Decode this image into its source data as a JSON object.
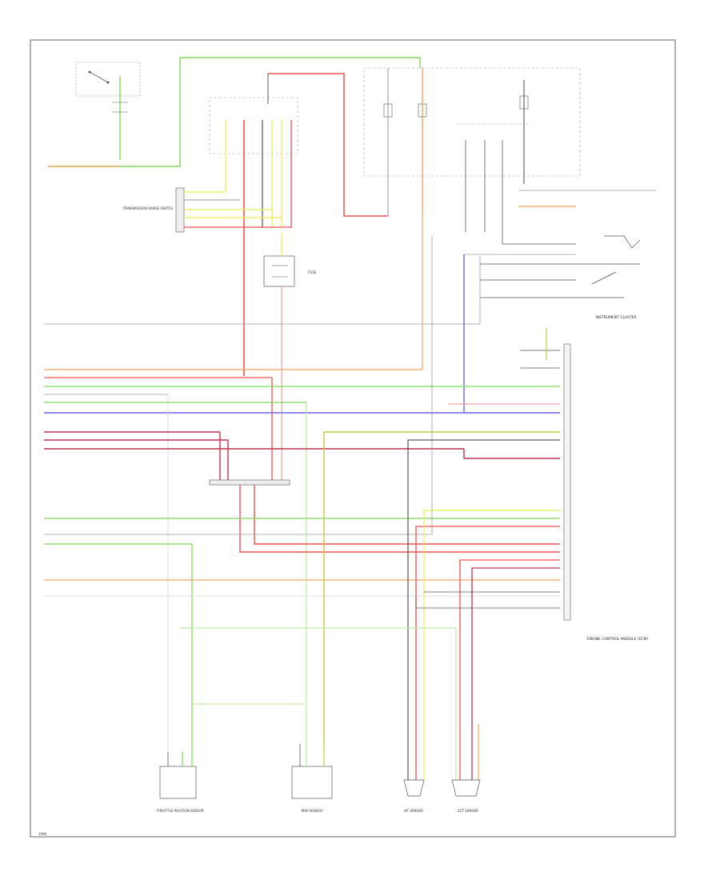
{
  "diagram": {
    "border_color": "#555555",
    "wire_colors": {
      "red": "#f05050",
      "pink": "#f7a0a8",
      "orange": "#f4a460",
      "green": "#7ed957",
      "light_green": "#bfeaa0",
      "blue": "#6666ee",
      "yellow": "#eeee55",
      "grey": "#9a9a9a",
      "black": "#333333",
      "white": "#dddddd",
      "dark_red": "#c03050"
    },
    "components": {
      "instrument_cluster": "INSTRUMENT CLUSTER",
      "ecm": "ENGINE CONTROL MODULE (ECM)",
      "throttle_sensor": "THROTTLE POSITION SENSOR",
      "map_sensor": "MAP SENSOR",
      "iat_sensor": "IAT SENSOR",
      "ect_sensor": "ECT SENSOR",
      "transmission_range": "TRANSMISSION RANGE SWITCH",
      "fuse": "FUSE"
    },
    "footer_label": "1996"
  }
}
